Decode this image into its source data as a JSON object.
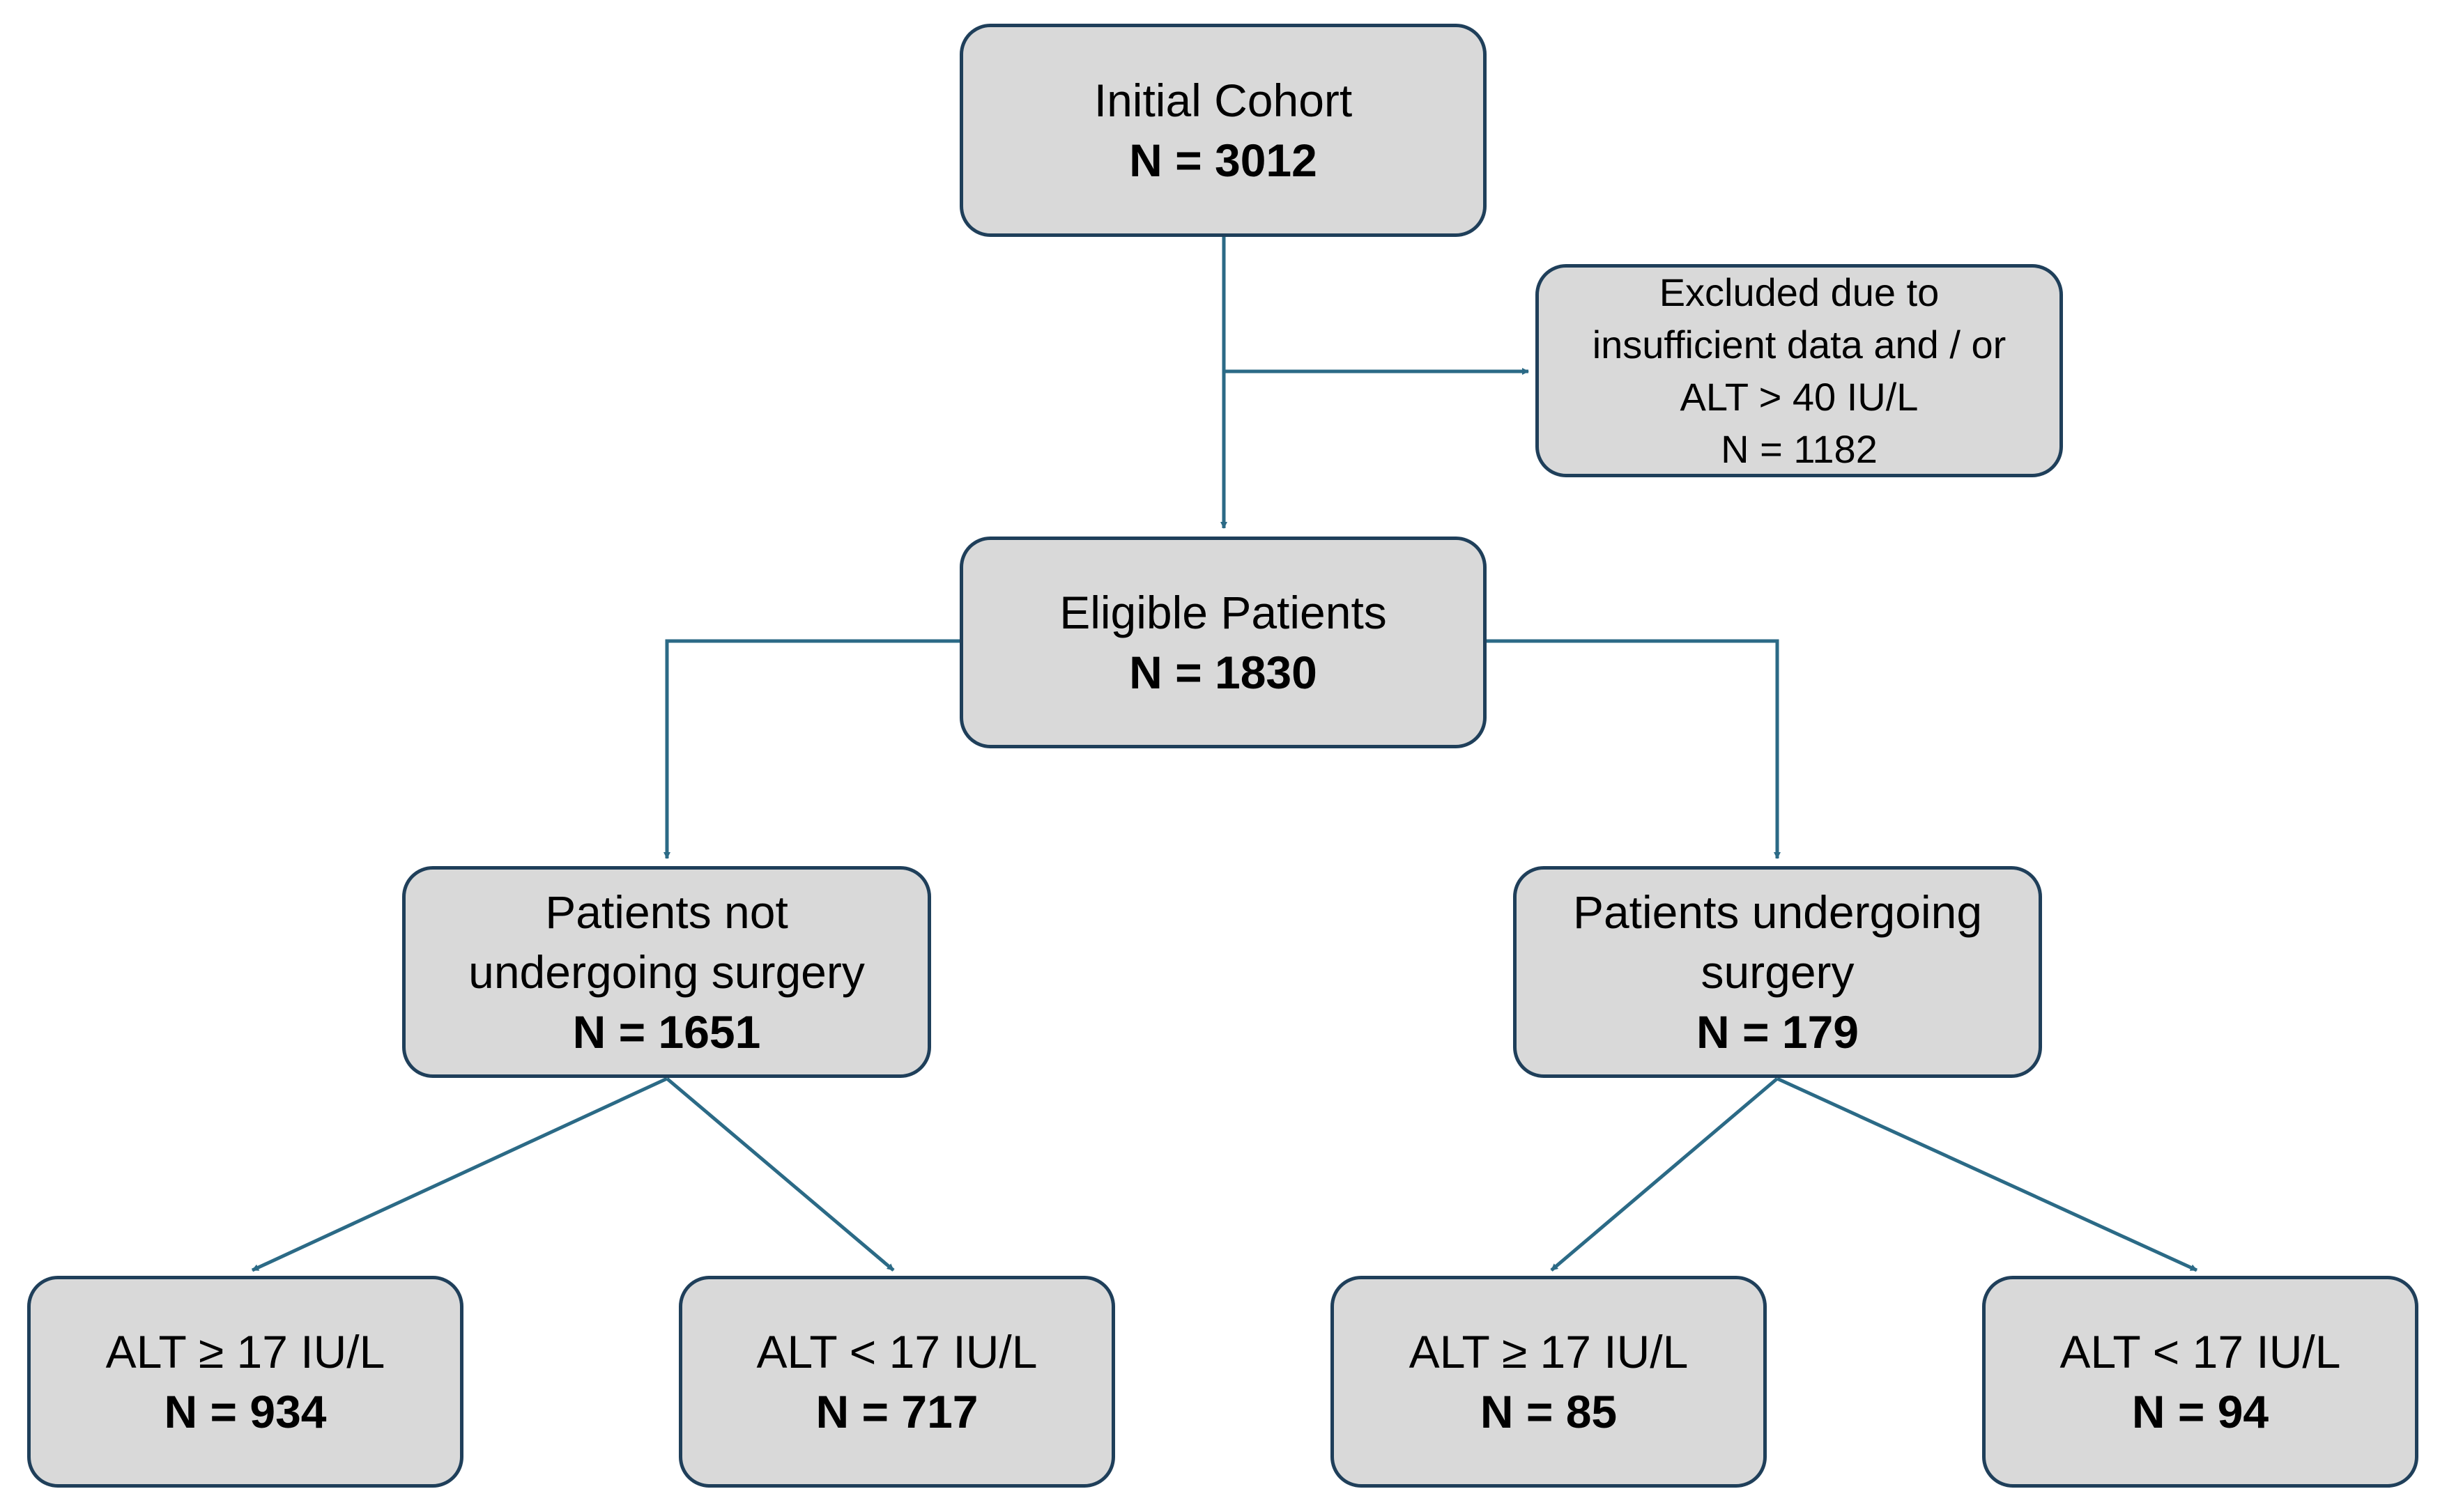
{
  "colors": {
    "box_fill": "#d9d9d9",
    "box_border": "#1f3f5a",
    "connector": "#2b6a86"
  },
  "boxes": {
    "initial": {
      "title": "Initial Cohort",
      "n": "N = 3012"
    },
    "excluded": {
      "line1": "Excluded due to",
      "line2": "insufficient data and / or",
      "line3": "ALT > 40 IU/L",
      "line4": "N = 1182"
    },
    "eligible": {
      "title": "Eligible Patients",
      "n": "N = 1830"
    },
    "no_surgery": {
      "line1": "Patients not",
      "line2": "undergoing surgery",
      "n": "N = 1651"
    },
    "surgery": {
      "line1": "Patients undergoing",
      "line2": "surgery",
      "n": "N = 179"
    },
    "ns_alt_high": {
      "title": "ALT ≥ 17 IU/L",
      "n": "N = 934"
    },
    "ns_alt_low": {
      "title": "ALT < 17 IU/L",
      "n": "N = 717"
    },
    "s_alt_high": {
      "title": "ALT ≥ 17 IU/L",
      "n": "N = 85"
    },
    "s_alt_low": {
      "title": "ALT < 17 IU/L",
      "n": "N = 94"
    }
  }
}
